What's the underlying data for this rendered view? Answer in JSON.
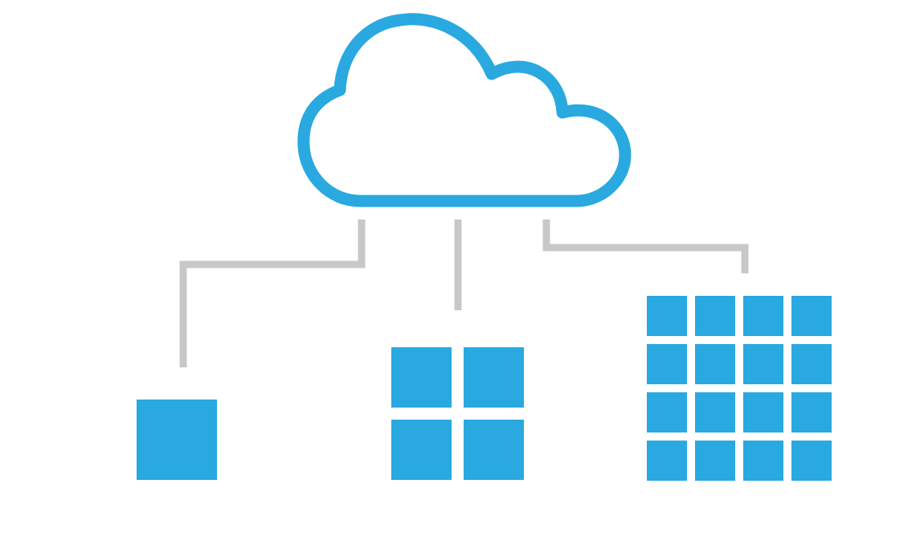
{
  "diagram": {
    "colors": {
      "accent": "#29a9e0",
      "connector": "#c8c8c8",
      "background": "#ffffff"
    },
    "icons": {
      "cloud": "cloud-icon",
      "group_small": "single-tile-icon",
      "group_medium": "two-by-two-tiles-icon",
      "group_large": "four-by-four-tiles-icon"
    },
    "groups": [
      {
        "id": "small",
        "rows": 1,
        "cols": 1
      },
      {
        "id": "medium",
        "rows": 2,
        "cols": 2
      },
      {
        "id": "large",
        "rows": 4,
        "cols": 4
      }
    ]
  }
}
